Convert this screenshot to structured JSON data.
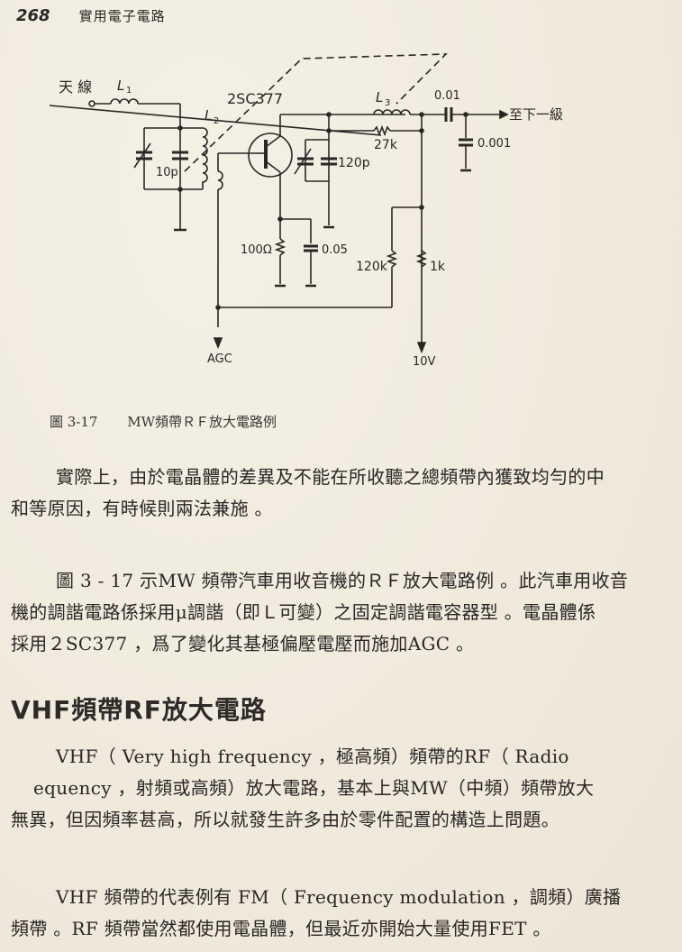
{
  "header": {
    "page_number": "268",
    "running_title": "實用電子電路"
  },
  "figure": {
    "transistor_label": "2SC377",
    "antenna_label": "天 線",
    "L1": "L",
    "L1_sub": "1",
    "L2": "L",
    "L2_sub": "2",
    "L3": "L",
    "L3_sub": "3",
    "cap_10p": "10p",
    "cap_120p": "120p",
    "res_27k": "27k",
    "cap_001": "0.01",
    "cap_0001": "0.001",
    "output_label": "至下一級",
    "res_100ohm": "100Ω",
    "cap_005": "0.05",
    "res_120k": "120k",
    "res_1k": "1k",
    "agc_label": "AGC",
    "supply_label": "10V"
  },
  "caption": {
    "figure_number": "圖 3-17",
    "title": "MW頻帶ＲＦ放大電路例"
  },
  "paragraphs": {
    "p1": {
      "line1": "實際上，由於電晶體的差異及不能在所收聽之總頻帶內獲致均勻的中",
      "line2": "和等原因，有時候則兩法兼施 。"
    },
    "p2": {
      "line1": "圖 3 - 17 示MW 頻帶汽車用收音機的ＲＦ放大電路例 。此汽車用收音",
      "line2": "機的調諧電路係採用μ調諧（即Ｌ可變）之固定調諧電容器型 。電晶體係",
      "line3": "採用２SC377 ，爲了變化其基極偏壓電壓而施加AGC 。"
    },
    "p3": {
      "line1": "VHF（ Very high frequency ，極高頻）頻帶的RF（ Radio",
      "line2": "equency ，射頻或高頻）放大電路，基本上與MW（中頻）頻帶放大",
      "line3": "無異，但因頻率甚高，所以就發生許多由於零件配置的構造上問題。"
    },
    "p4": {
      "line1": "VHF 頻帶的代表例有 FM（ Frequency modulation ，調頻）廣播",
      "line2": "頻帶 。RF 頻帶當然都使用電晶體，但最近亦開始大量使用FET 。"
    }
  },
  "section": {
    "title": "VHF頻帶RF放大電路"
  },
  "colors": {
    "paper": "#f1ede1",
    "ink": "#2a2624"
  }
}
